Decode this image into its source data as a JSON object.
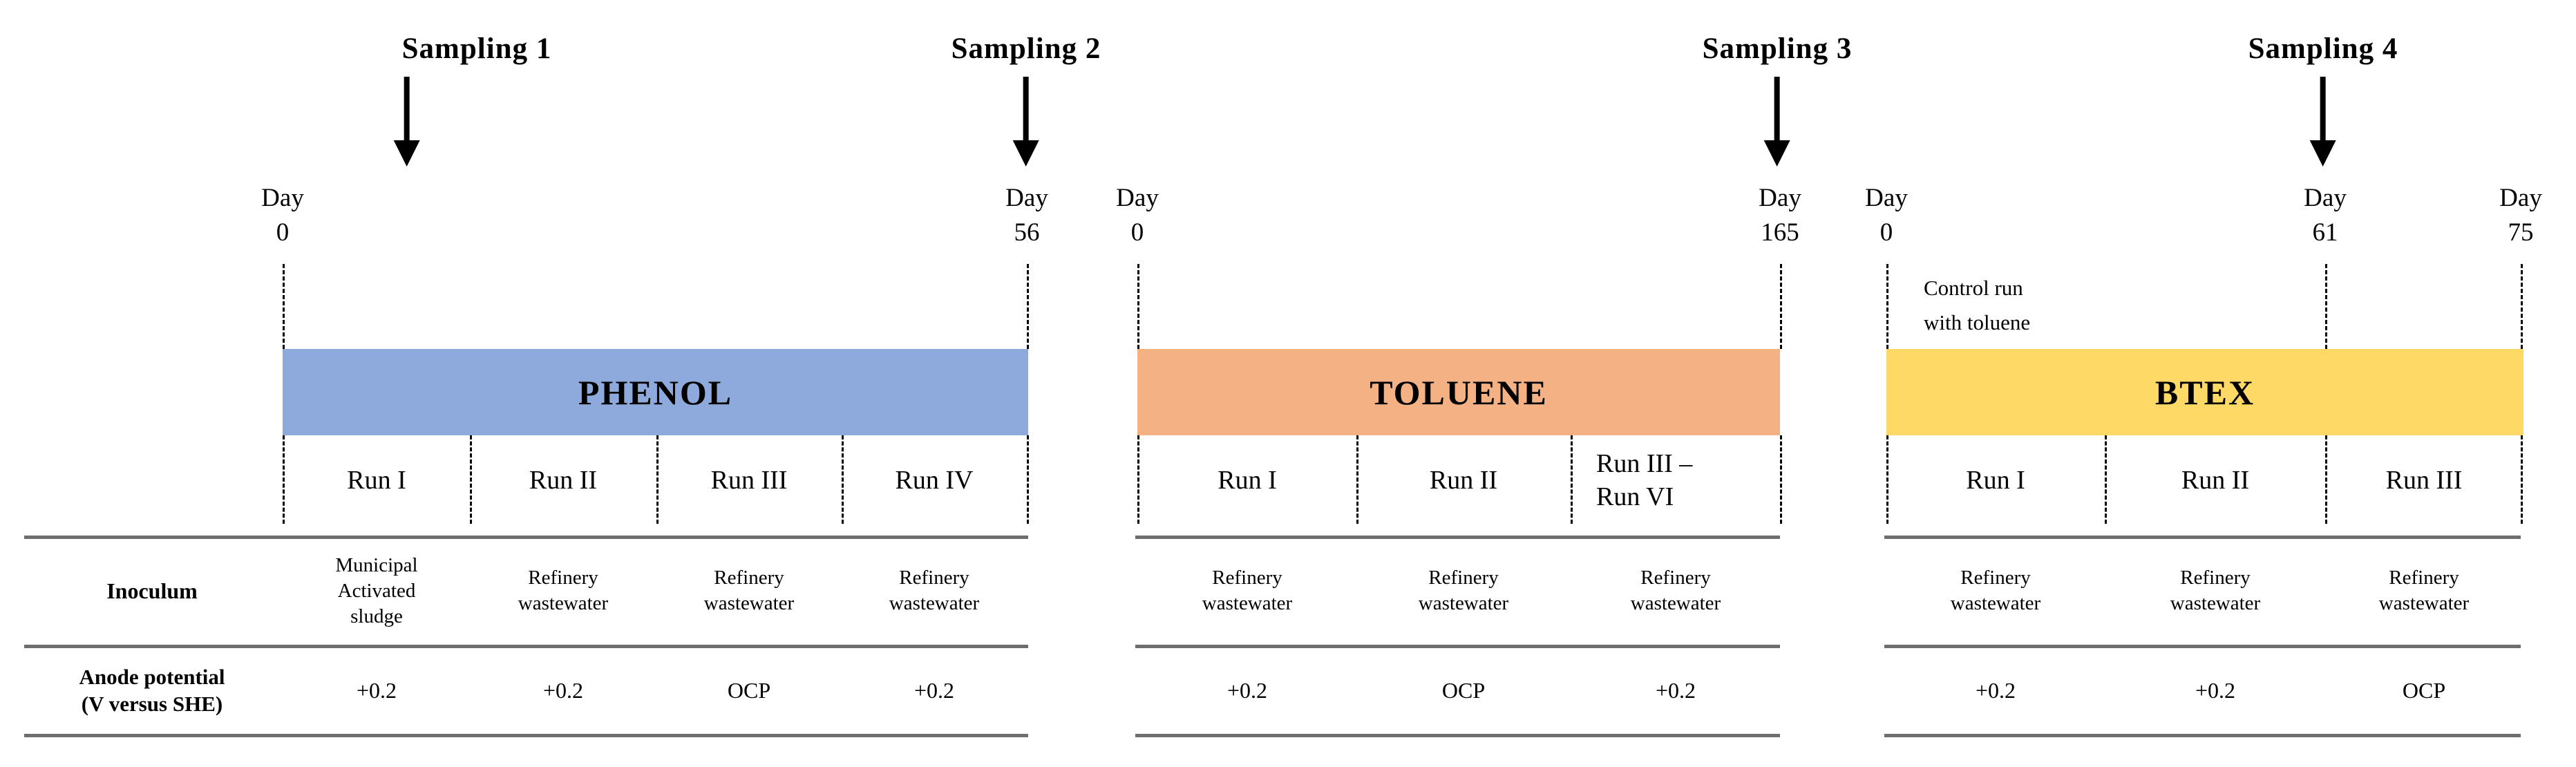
{
  "samplings": [
    {
      "label": "Sampling 1"
    },
    {
      "label": "Sampling 2"
    },
    {
      "label": "Sampling 3"
    },
    {
      "label": "Sampling 4"
    }
  ],
  "days": [
    {
      "word": "Day",
      "value": "0"
    },
    {
      "word": "Day",
      "value": "56"
    },
    {
      "word": "Day",
      "value": "0"
    },
    {
      "word": "Day",
      "value": "165"
    },
    {
      "word": "Day",
      "value": "0"
    },
    {
      "word": "Day",
      "value": "61"
    },
    {
      "word": "Day",
      "value": "75"
    }
  ],
  "control_note": "Control run\nwith toluene",
  "table_headers": {
    "inoculum": "Inoculum",
    "anode_potential": "Anode potential\n(V versus SHE)"
  },
  "sections": [
    {
      "title": "PHENOL",
      "color": "#8EA9DB",
      "runs": [
        "Run I",
        "Run II",
        "Run III",
        "Run IV"
      ],
      "inoculum": [
        "Municipal\nActivated\nsludge",
        "Refinery\nwastewater",
        "Refinery\nwastewater",
        "Refinery\nwastewater"
      ],
      "anode_potential": [
        "+0.2",
        "+0.2",
        "OCP",
        "+0.2"
      ]
    },
    {
      "title": "TOLUENE",
      "color": "#F4B183",
      "runs": [
        "Run I",
        "Run II",
        "Run III –\nRun VI"
      ],
      "inoculum": [
        "Refinery\nwastewater",
        "Refinery\nwastewater",
        "Refinery\nwastewater"
      ],
      "anode_potential": [
        "+0.2",
        "OCP",
        "+0.2"
      ]
    },
    {
      "title": "BTEX",
      "color": "#FFD966",
      "runs": [
        "Run I",
        "Run II",
        "Run III"
      ],
      "inoculum": [
        "Refinery\nwastewater",
        "Refinery\nwastewater",
        "Refinery\nwastewater"
      ],
      "anode_potential": [
        "+0.2",
        "+0.2",
        "OCP"
      ]
    }
  ]
}
